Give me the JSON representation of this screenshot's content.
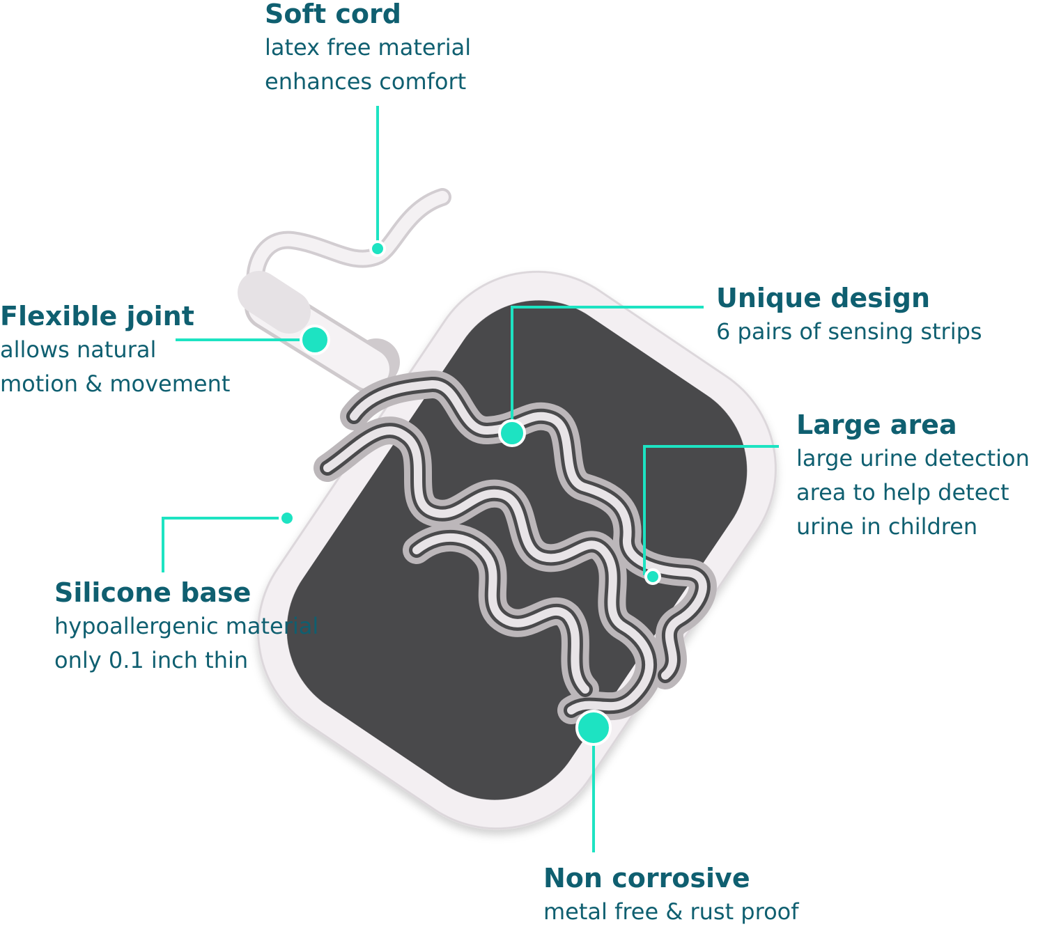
{
  "colors": {
    "accent": "#1de3c2",
    "text": "#0f5f70",
    "pad": "#4a4a4c",
    "base": "#f3eff2",
    "strip": "#e8e4e7"
  },
  "callouts": {
    "soft_cord": {
      "title": "Soft cord",
      "lines": [
        "latex free material",
        "enhances comfort"
      ]
    },
    "flexible_joint": {
      "title": "Flexible joint",
      "lines": [
        "allows natural",
        "motion & movement"
      ]
    },
    "unique_design": {
      "title": "Unique design",
      "lines": [
        "6 pairs of sensing strips"
      ]
    },
    "large_area": {
      "title": "Large area",
      "lines": [
        "large urine detection",
        "area to help detect",
        "urine in children"
      ]
    },
    "silicone_base": {
      "title": "Silicone base",
      "lines": [
        "hypoallergenic material",
        "only 0.1 inch thin"
      ]
    },
    "non_corrosive": {
      "title": "Non corrosive",
      "lines": [
        "metal free & rust proof"
      ]
    }
  }
}
